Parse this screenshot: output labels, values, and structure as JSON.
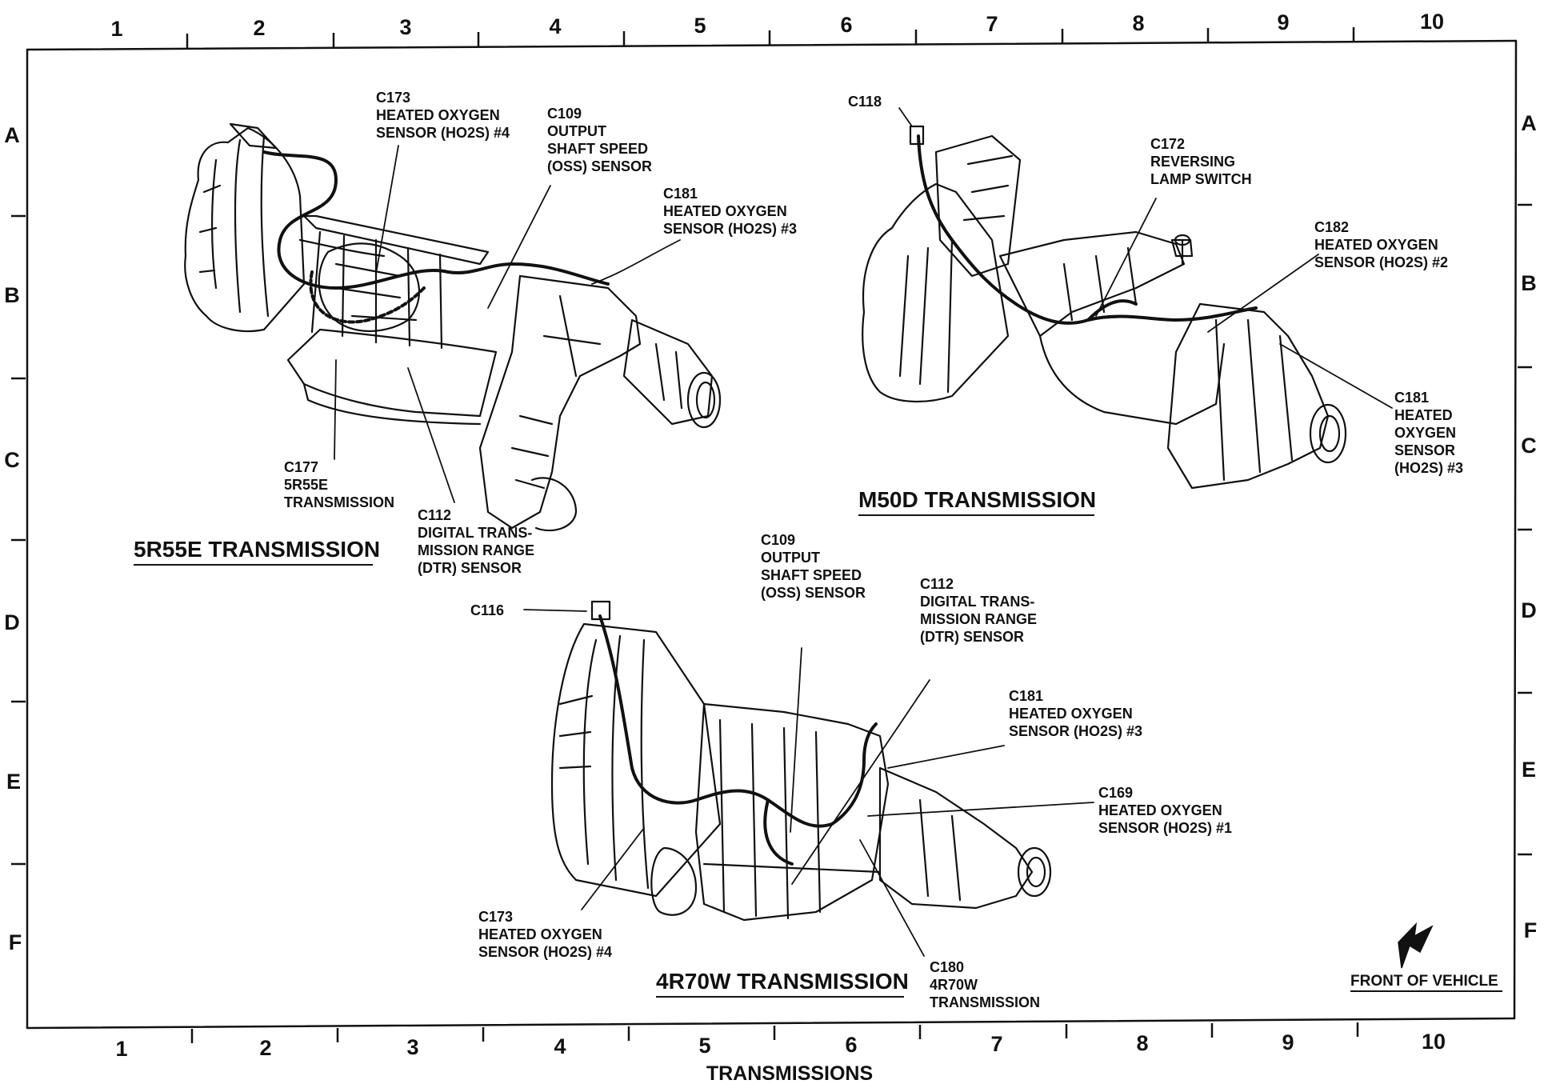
{
  "grid": {
    "columns": [
      "1",
      "2",
      "3",
      "4",
      "5",
      "6",
      "7",
      "8",
      "9",
      "10"
    ],
    "rows": [
      "A",
      "B",
      "C",
      "D",
      "E",
      "F"
    ]
  },
  "titles": {
    "t5r55e": "5R55E TRANSMISSION",
    "tm50d": "M50D TRANSMISSION",
    "t4r70w": "4R70W TRANSMISSION",
    "bottom": "TRANSMISSIONS",
    "front": "FRONT OF VEHICLE"
  },
  "callouts": {
    "c173a": [
      "C173",
      "HEATED OXYGEN",
      "SENSOR (HO2S) #4"
    ],
    "c109a": [
      "C109",
      "OUTPUT",
      "SHAFT SPEED",
      "(OSS) SENSOR"
    ],
    "c181a": [
      "C181",
      "HEATED OXYGEN",
      "SENSOR (HO2S) #3"
    ],
    "c177": [
      "C177",
      "5R55E",
      "TRANSMISSION"
    ],
    "c112a": [
      "C112",
      "DIGITAL TRANS-",
      "MISSION RANGE",
      "(DTR) SENSOR"
    ],
    "c118": [
      "C118"
    ],
    "c172": [
      "C172",
      "REVERSING",
      "LAMP SWITCH"
    ],
    "c182": [
      "C182",
      "HEATED OXYGEN",
      "SENSOR (HO2S) #2"
    ],
    "c181b": [
      "C181",
      "HEATED",
      "OXYGEN",
      "SENSOR",
      "(HO2S) #3"
    ],
    "c109b": [
      "C109",
      "OUTPUT",
      "SHAFT SPEED",
      "(OSS) SENSOR"
    ],
    "c112b": [
      "C112",
      "DIGITAL TRANS-",
      "MISSION RANGE",
      "(DTR) SENSOR"
    ],
    "c116": [
      "C116"
    ],
    "c181c": [
      "C181",
      "HEATED OXYGEN",
      "SENSOR (HO2S) #3"
    ],
    "c169": [
      "C169",
      "HEATED OXYGEN",
      "SENSOR (HO2S) #1"
    ],
    "c173b": [
      "C173",
      "HEATED OXYGEN",
      "SENSOR (HO2S) #4"
    ],
    "c180": [
      "C180",
      "4R70W",
      "TRANSMISSION"
    ]
  }
}
